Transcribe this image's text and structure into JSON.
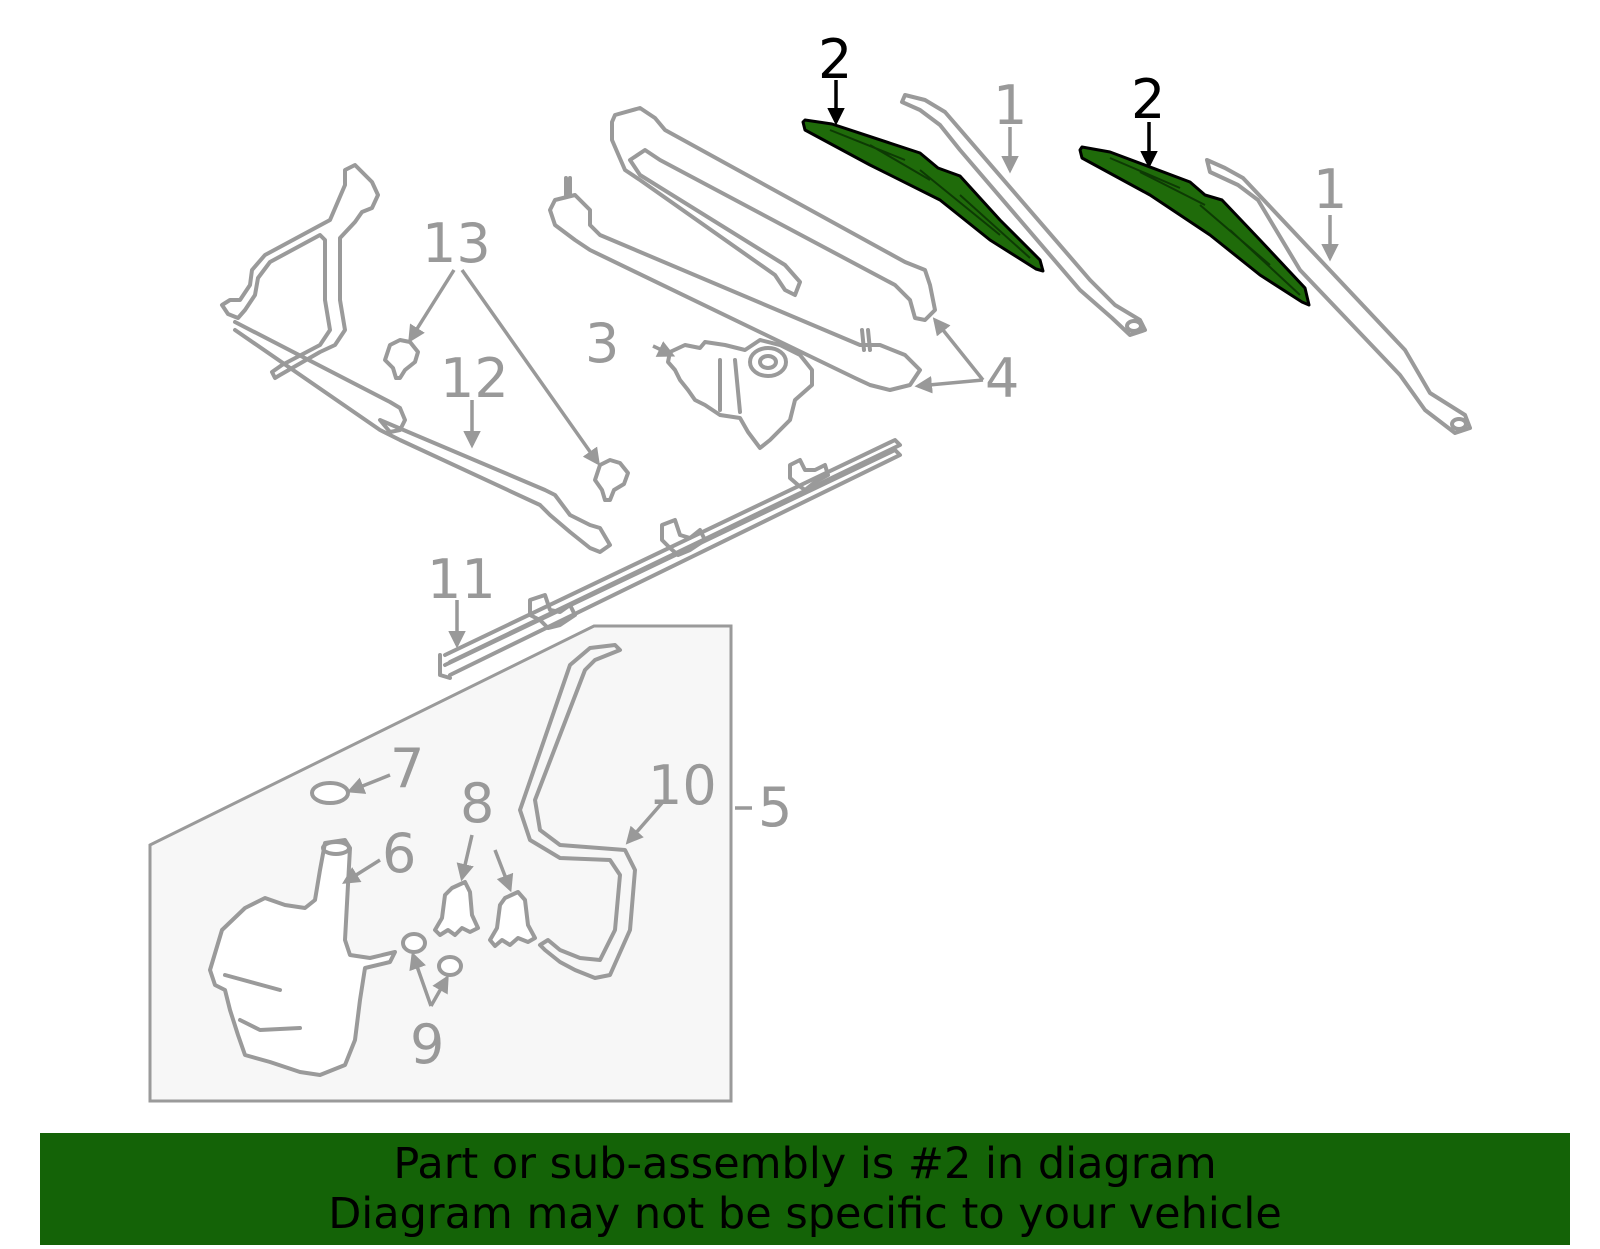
{
  "callouts": {
    "c1a": "1",
    "c1b": "1",
    "c2a": "2",
    "c2b": "2",
    "c3": "3",
    "c4": "4",
    "c5": "5",
    "c6": "6",
    "c7": "7",
    "c8": "8",
    "c9": "9",
    "c10": "10",
    "c11": "11",
    "c12": "12",
    "c13": "13"
  },
  "footer": {
    "line1": "Part or sub-assembly is #2 in diagram",
    "line2": "Diagram may not be specific to your vehicle"
  },
  "colors": {
    "highlight_part": "#1f6b0a",
    "banner_background": "#146307",
    "part_outline": "#9a9a9a",
    "callout_text": "#999999"
  }
}
